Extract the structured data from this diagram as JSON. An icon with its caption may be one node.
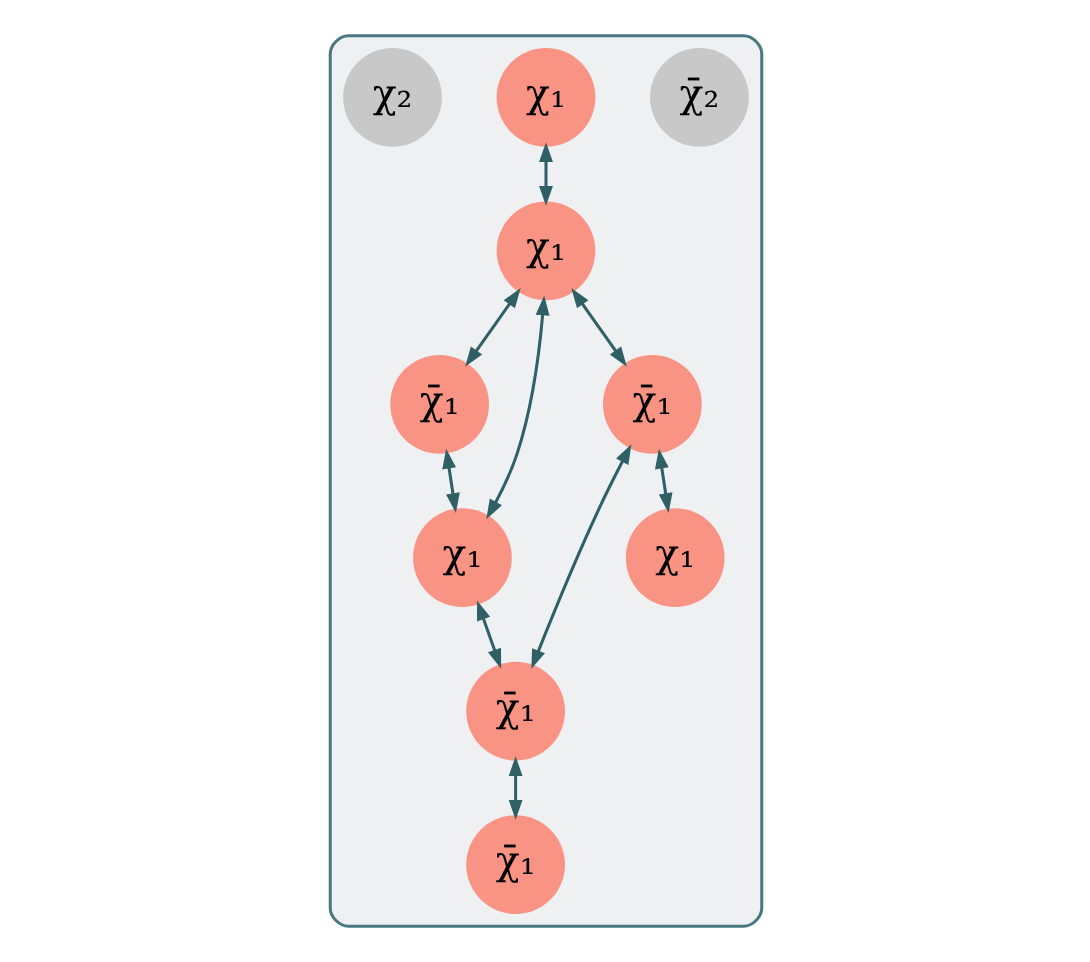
{
  "diagram": {
    "nodes": [
      {
        "text": [],
        "shape": "box"
      },
      {
        "text": [
          "χ̄₂"
        ],
        "in": 0
      },
      {
        "text": [
          "χ̄₁"
        ],
        "in": 0
      },
      {
        "text": [
          "χ₁"
        ],
        "in": 0
      },
      {
        "text": [
          "χ₁"
        ],
        "in": 0
      },
      {
        "text": [
          "χ₁"
        ],
        "in": 0
      },
      {
        "text": [
          "χ₂"
        ],
        "in": 0
      },
      {
        "text": [
          "χ̄₁"
        ],
        "in": 0
      },
      {
        "text": [
          "χ̄₁"
        ],
        "in": 0
      },
      {
        "text": [
          "χ₁"
        ],
        "in": 0
      },
      {
        "text": [
          "χ̄₁"
        ],
        "in": 0
      }
    ],
    "edges": [
      {
        "from": 3,
        "to": 4,
        "arrow": "both"
      },
      {
        "from": 4,
        "to": 2,
        "arrow": "both"
      },
      {
        "from": 2,
        "to": 5,
        "arrow": "both"
      },
      {
        "from": 4,
        "to": 5,
        "arrow": "both"
      },
      {
        "from": 4,
        "to": 7,
        "arrow": "both"
      },
      {
        "from": 5,
        "to": 8,
        "arrow": "both"
      },
      {
        "from": 7,
        "to": 8,
        "arrow": "both"
      },
      {
        "from": 7,
        "to": 9,
        "arrow": "both"
      },
      {
        "from": 8,
        "to": 10,
        "arrow": "both"
      }
    ]
  }
}
